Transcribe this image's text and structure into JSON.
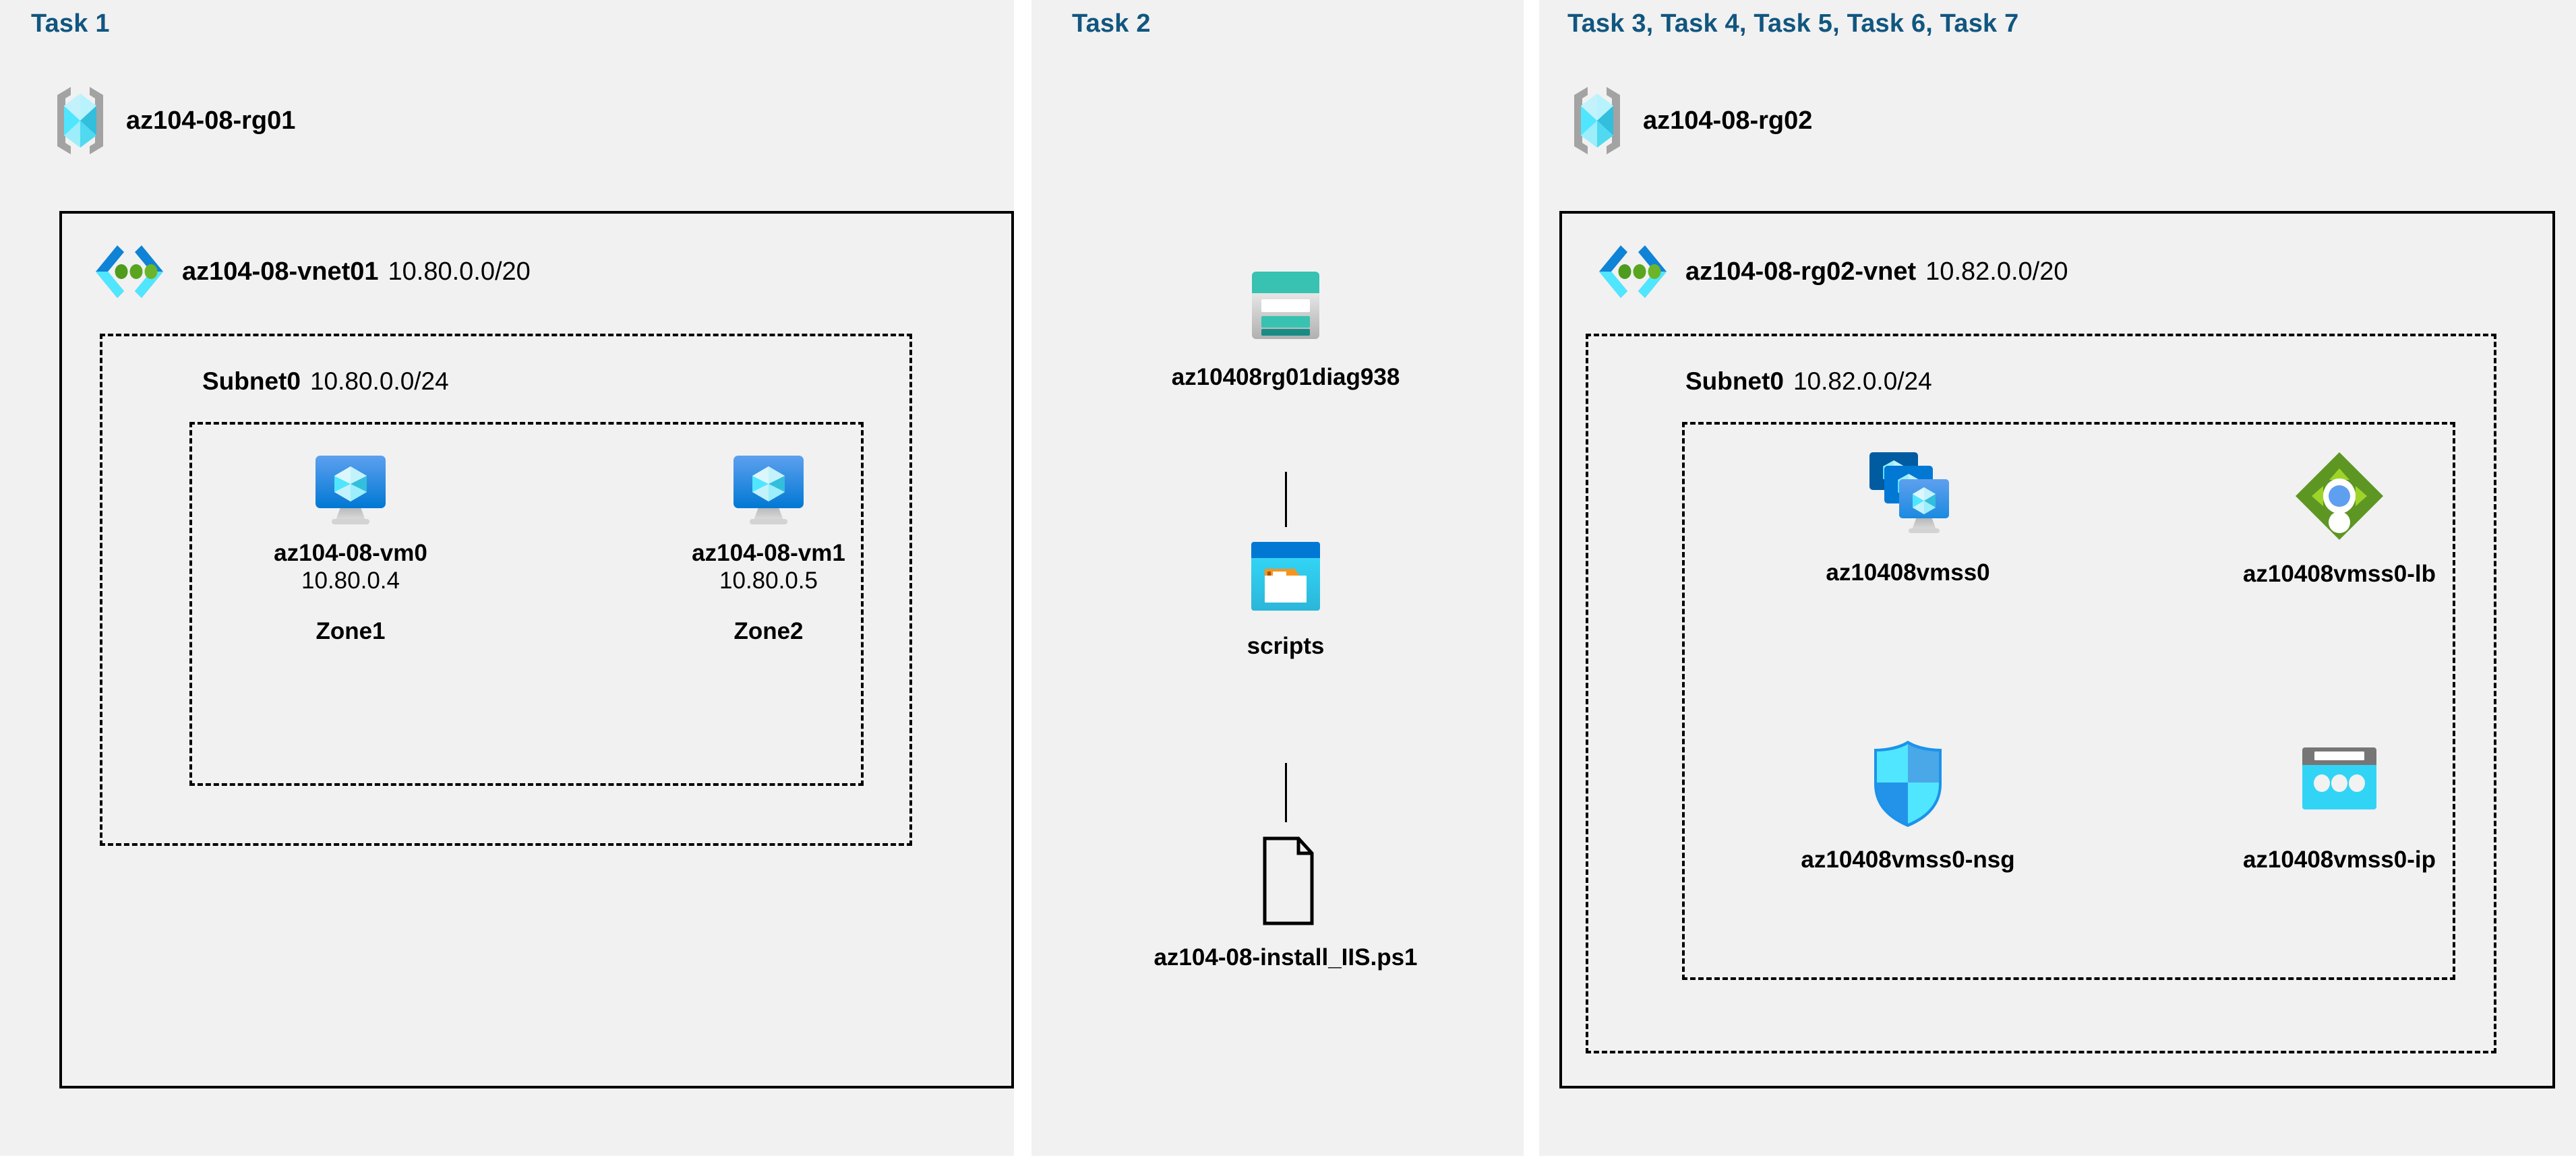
{
  "panels": [
    {
      "id": "panel-task1",
      "title": "Task 1"
    },
    {
      "id": "panel-task2",
      "title": "Task 2"
    },
    {
      "id": "panel-task3",
      "title": "Task 3, Task 4, Task 5, Task 6, Task 7"
    }
  ],
  "colors": {
    "task_title": "#11567f",
    "panel_bg": "#f1f1f1",
    "page_bg": "#ffffff",
    "border": "#000000",
    "azure_blue": "#0078d4",
    "azure_cyan": "#50e6ff",
    "storage_teal": "#37c2b1",
    "storage_teal_dark": "#198c85",
    "lb_green": "#5e9624",
    "lb_green_light": "#9ed42a",
    "blob_orange": "#f8941d"
  },
  "task1": {
    "title": "Task 1",
    "resource_group": {
      "name": "az104-08-rg01",
      "icon": "resource-group-icon"
    },
    "vnet": {
      "name": "az104-08-vnet01",
      "cidr": "10.80.0.0/20",
      "icon": "virtual-network-icon"
    },
    "subnet": {
      "name": "Subnet0",
      "cidr": "10.80.0.0/24"
    },
    "vms": [
      {
        "name": "az104-08-vm0",
        "ip": "10.80.0.4",
        "zone": "Zone1",
        "icon": "virtual-machine-icon"
      },
      {
        "name": "az104-08-vm1",
        "ip": "10.80.0.5",
        "zone": "Zone2",
        "icon": "virtual-machine-icon"
      }
    ]
  },
  "task2": {
    "title": "Task 2",
    "nodes": [
      {
        "name": "az10408rg01diag938",
        "icon": "storage-account-icon"
      },
      {
        "name": "scripts",
        "icon": "blob-container-icon"
      },
      {
        "name": "az104-08-install_IIS.ps1",
        "icon": "file-icon"
      }
    ]
  },
  "task3": {
    "title": "Task 3, Task 4, Task 5, Task 6, Task 7",
    "resource_group": {
      "name": "az104-08-rg02",
      "icon": "resource-group-icon"
    },
    "vnet": {
      "name": "az104-08-rg02-vnet",
      "cidr": "10.82.0.0/20",
      "icon": "virtual-network-icon"
    },
    "subnet": {
      "name": "Subnet0",
      "cidr": "10.82.0.0/24"
    },
    "resources": [
      {
        "name": "az10408vmss0",
        "icon": "vm-scale-set-icon"
      },
      {
        "name": "az10408vmss0-lb",
        "icon": "load-balancer-icon"
      },
      {
        "name": "az10408vmss0-nsg",
        "icon": "network-security-group-icon"
      },
      {
        "name": "az10408vmss0-ip",
        "icon": "public-ip-address-icon"
      }
    ]
  }
}
